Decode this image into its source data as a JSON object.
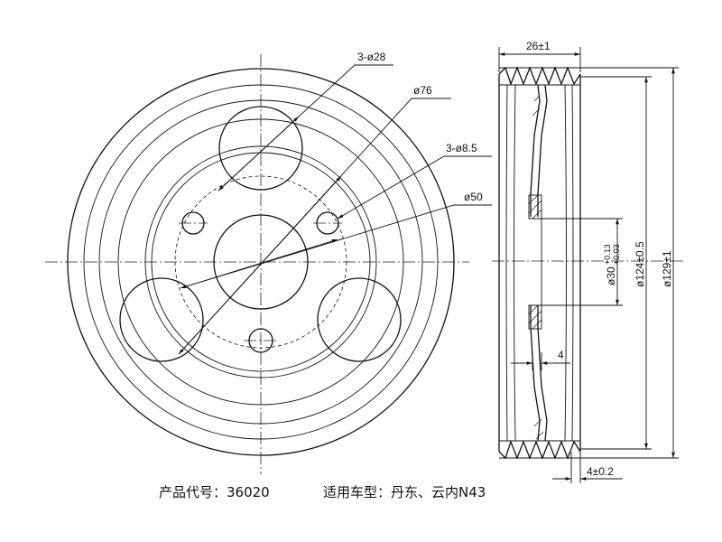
{
  "front_view": {
    "labels": {
      "bolt_holes": "3-ø28",
      "pitch_circle": "ø76",
      "small_holes": "3-ø8.5",
      "center_bore": "ø50"
    }
  },
  "side_view": {
    "labels": {
      "width": "26±1",
      "bore_main": "ø30",
      "bore_tol_upper": "+0.13",
      "bore_tol_lower": "+0.03",
      "groove_dia": "ø124±0.5",
      "outer_dia": "ø129±1",
      "web_thickness": "4",
      "flange_width": "4±0.2"
    }
  },
  "caption": {
    "product_code": "产品代号：36020",
    "applicable_model": "适用车型：丹东、云内N43"
  }
}
